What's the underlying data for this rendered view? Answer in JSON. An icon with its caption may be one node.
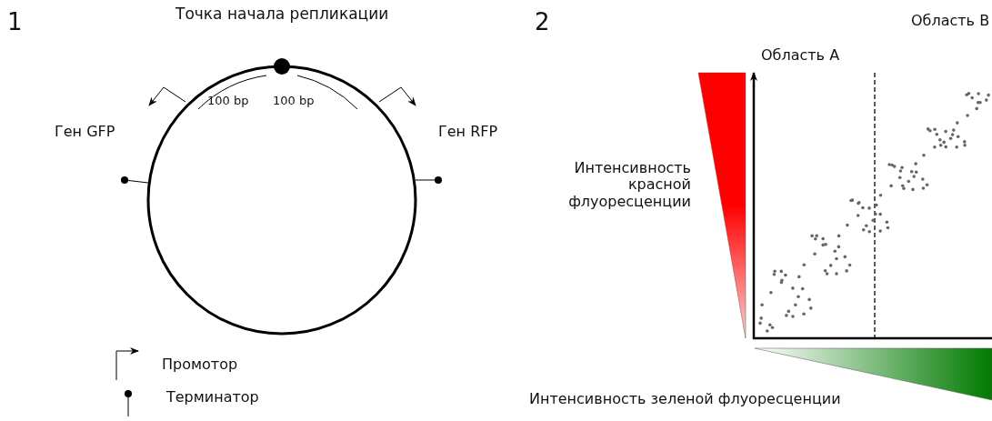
{
  "diagram": {
    "labels": [
      "1",
      "Точка начала репликации",
      "100 bp",
      "100 bp",
      "Ген GFP",
      "Ген RFP",
      "Интенсивность красной флуоресценции",
      "2",
      "Область B",
      "Область A",
      "Интенсивность зеленой флуоресценции"
    ],
    "legend": [
      {
        "text": "Промотор"
      },
      {
        "text": "Терминатор"
      }
    ]
  }
}
